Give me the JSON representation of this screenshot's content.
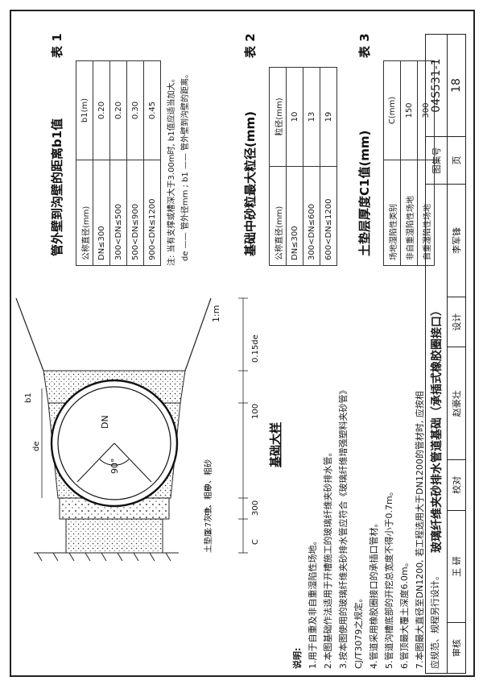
{
  "table1": {
    "title": "管外壁到沟壁的距离b1值",
    "label": "表 1",
    "headers": [
      "公称直径(mm)",
      "b1(m)"
    ],
    "rows": [
      [
        "DN≤300",
        "0.20"
      ],
      [
        "300<DN≤500",
        "0.20"
      ],
      [
        "500<DN≤900",
        "0.30"
      ],
      [
        "900<DN≤1200",
        "0.45"
      ]
    ],
    "notes": [
      "注: 当有支撑或槽深大于3.00m时, b1值应适当加大。",
      "de —— 管外径mm ; b1 —— 管外壁到沟壁的距离。"
    ]
  },
  "table2": {
    "title": "基础中砂粒最大粒径(mm)",
    "label": "表 2",
    "headers": [
      "公称直径(mm)",
      "粒径(mm)"
    ],
    "rows": [
      [
        "DN≤300",
        "10"
      ],
      [
        "300<DN≤600",
        "13"
      ],
      [
        "600<DN≤1200",
        "19"
      ]
    ]
  },
  "table3": {
    "title": "土垫层厚度C1值(mm)",
    "label": "表 3",
    "headers": [
      "场地湿陷性类别",
      "C(mm)"
    ],
    "rows": [
      [
        "非自重湿陷性场地",
        "150"
      ],
      [
        "自重湿陷性场地",
        "300"
      ]
    ]
  },
  "diagram": {
    "title": "基础大样",
    "slope": "1:m",
    "angle": "90°",
    "pipe_label": "DN",
    "dims": {
      "top": "0.15de",
      "d100": "100",
      "d300": "300",
      "c": "C",
      "de": "de",
      "b1": "b1"
    },
    "layers": [
      "中、粗砂",
      "中、粗砂",
      "3:7灰土",
      "土垫层"
    ]
  },
  "notes": {
    "heading": "说明:",
    "items": [
      "1.用于自重及非自重湿陷性场地。",
      "2.本图基础作法适用于开槽施工的玻璃纤维夹砂排水管。",
      "3.按本图使用的玻璃纤维夹砂排水管应符合《玻璃纤维增强塑料夹砂管》",
      "   CJ/T3079之规定。",
      "4.管道采用橡胶圈接口的承插口管材。",
      "5.管道沟槽底部的开挖总宽度不得小于0.7m。",
      "6.管顶最大覆土深度6.0m。",
      "7.本图最大直径至DN1200, 若工程选用大于DN1200的管材时, 应按相",
      "   应规范、规程另行设计。"
    ]
  },
  "title_block": {
    "drawing_title": "玻璃纤维夹砂排水管道基础（承插式橡胶圈接口）",
    "atlas_label": "图集号",
    "atlas_no": "04S531-1",
    "page_label": "页",
    "page_no": "18",
    "roles": [
      "审核",
      "王  研",
      "校对",
      "赵豪壮",
      "设计",
      "李军锋"
    ],
    "signatures": [
      "王研",
      "赵豪壮",
      "李军锋"
    ]
  }
}
